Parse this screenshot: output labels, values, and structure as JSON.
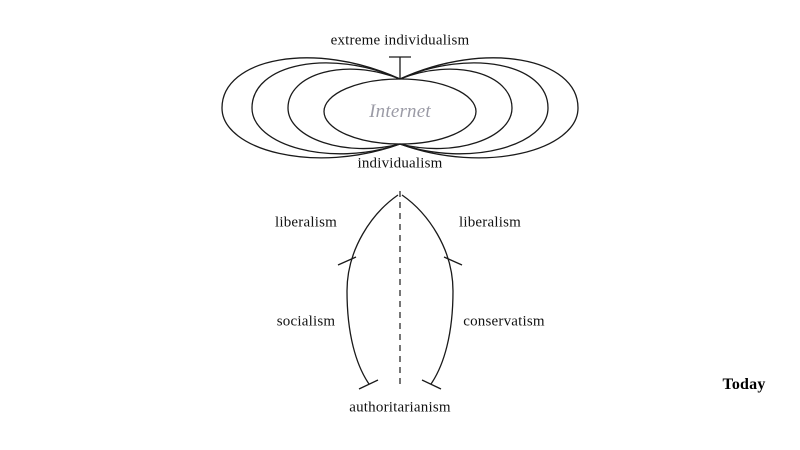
{
  "diagram": {
    "labels": {
      "extreme_individualism": "extreme individualism",
      "internet": "Internet",
      "individualism": "individualism",
      "liberalism_left": "liberalism",
      "liberalism_right": "liberalism",
      "socialism": "socialism",
      "conservatism": "conservatism",
      "authoritarianism": "authoritarianism",
      "today": "Today"
    },
    "colors": {
      "line": "#1a1a1a",
      "text": "#111111",
      "internet_text": "#9b9ba6",
      "background": "#ffffff"
    },
    "shapes": {
      "field_loops": "nested magnetic-field style loops around Internet label, pinched at top and bottom center",
      "axis": "vertical dashed center line",
      "spectrum_curves": "two curves bowing outward from individualism down toward authoritarianism with tick marks and end bars"
    }
  }
}
